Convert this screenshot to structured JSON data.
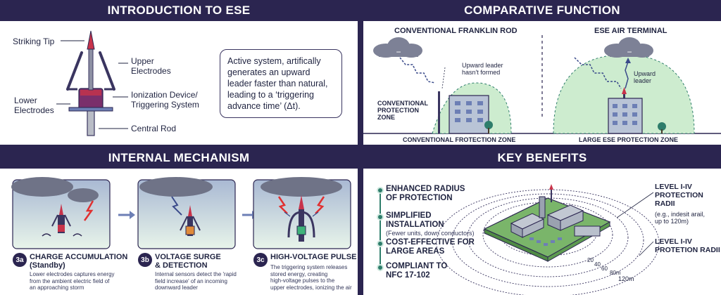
{
  "intro": {
    "header": "INTRODUCTION TO ESE",
    "labels": {
      "striking_tip": "Striking Tip",
      "upper_electrodes": "Upper\nElectrodes",
      "lower_electrodes": "Lower\nElectrodes",
      "ionization": "Ionization Device/\nTriggering System",
      "central_rod": "Central Rod"
    },
    "description": "Active system, artifically generates an upward leader faster than natural, leading to a ‘triggering advance time’ (Δt)."
  },
  "comparative": {
    "header": "COMPARATIVE FUNCTION",
    "left_title": "CONVENTIONAL FRANKLIN ROD",
    "right_title": "ESE AIR TERMINAL",
    "leader_not_formed": "Upward leader\nhasn't formed",
    "upward_leader": "Upward\nleader",
    "protection_zone_label": "CONVENTIONAL\nPROTECTION\nZONE",
    "left_zone": "CONVENTIONAL FROTECTION ZONE",
    "right_zone": "LARGE ESE PROTECTION ZONE"
  },
  "mechanism": {
    "header": "INTERNAL MECHANISM",
    "steps": [
      {
        "badge": "3a",
        "title": "CHARGE ACCUMULATION\n(Standby)",
        "desc": "Lower electrodes captures energy\nfrom the ambient electric field of\nan approaching storm"
      },
      {
        "badge": "3b",
        "title": "VOLTAGE SURGE\n& DETECTION",
        "desc": "Internal sensors detect the 'rapid\nfield increase' of an incoming\ndownward leader"
      },
      {
        "badge": "3c",
        "title": "HIGH-VOLTAGE PULSE",
        "desc": "The triggering system releases\nstored energy, creating\nhigh-voltage pulses to the\nupper electrodes, ionizing the air"
      }
    ]
  },
  "benefits": {
    "header": "KEY BENEFITS",
    "items": [
      {
        "title": "ENHANCED RADIUS\nOF PROTECTION",
        "sub": ""
      },
      {
        "title": "SIMPLIFIED\nINSTALLATION",
        "sub": "(Fewer units, down conductors)"
      },
      {
        "title": "COST-EFFECTIVE FOR\nLARGE AREAS",
        "sub": ""
      },
      {
        "title": "COMPLIANT TO\nNFC 17-102",
        "sub": ""
      }
    ],
    "level_title_1": "LEVEL I-IV\nPROTECTION\nRADII",
    "level_sub_1": "(e.g., indesit arail,\nup to 120m)",
    "level_title_2": "LEVEL I-IV\nPROTETION RADII",
    "ring_labels": [
      "20",
      "40",
      "60",
      "80m",
      "120m"
    ]
  },
  "colors": {
    "header_bg": "#2b2550",
    "accent_green": "#2e7d6b",
    "zone_green": "#cdeccf",
    "cloud": "#7d8196",
    "tip_red": "#c8334a"
  }
}
